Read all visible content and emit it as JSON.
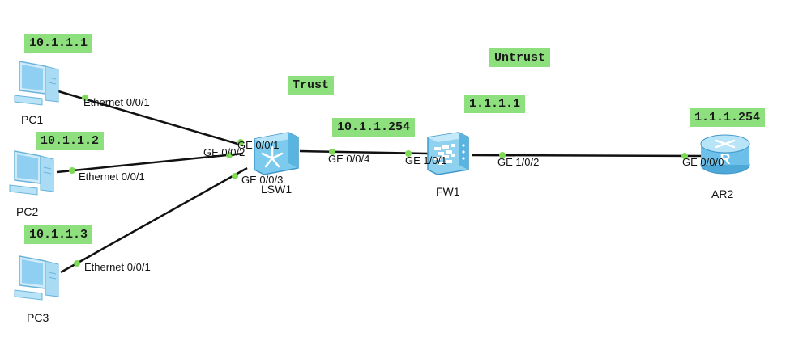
{
  "zones": {
    "trust": "Trust",
    "untrust": "Untrust"
  },
  "devices": {
    "pc1": {
      "label": "PC1",
      "ip": "10.1.1.1",
      "port": "Ethernet 0/0/1"
    },
    "pc2": {
      "label": "PC2",
      "ip": "10.1.1.2",
      "port": "Ethernet 0/0/1"
    },
    "pc3": {
      "label": "PC3",
      "ip": "10.1.1.3",
      "port": "Ethernet 0/0/1"
    },
    "lsw1": {
      "label": "LSW1",
      "ports": [
        "GE 0/0/1",
        "GE 0/0/2",
        "GE 0/0/3",
        "GE 0/0/4"
      ]
    },
    "fw1": {
      "label": "FW1",
      "ports": [
        "GE 1/0/1",
        "GE 1/0/2"
      ],
      "ip_trust": "10.1.1.254",
      "ip_untrust": "1.1.1.1"
    },
    "ar2": {
      "label": "AR2",
      "ip": "1.1.1.254",
      "port": "GE 0/0/0"
    }
  },
  "links": [
    {
      "from": "pc1",
      "to": "lsw1"
    },
    {
      "from": "pc2",
      "to": "lsw1"
    },
    {
      "from": "pc3",
      "to": "lsw1"
    },
    {
      "from": "lsw1",
      "to": "fw1"
    },
    {
      "from": "fw1",
      "to": "ar2"
    }
  ],
  "colors": {
    "tag_bg": "#8ee07e",
    "port_dot": "#7ed957",
    "link": "#111111",
    "device_blue": "#5bb8e8"
  }
}
